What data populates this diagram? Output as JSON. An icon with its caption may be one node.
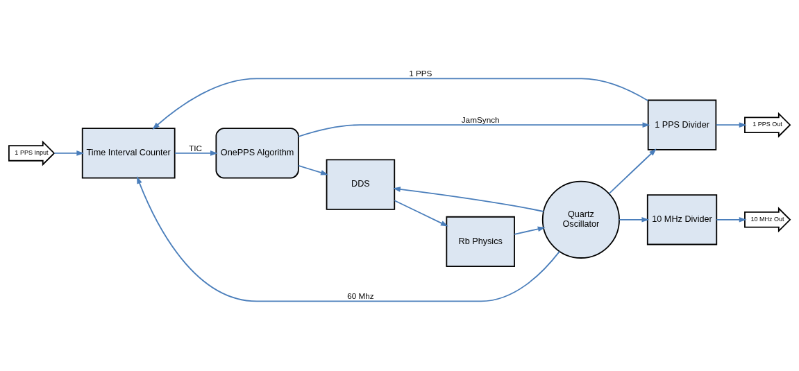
{
  "diagram": {
    "nodes": [
      {
        "text": [
          "1 PPS Input"
        ]
      },
      {
        "text": [
          "Time Interval Counter"
        ]
      },
      {
        "text": [
          "OnePPS Algorithm"
        ]
      },
      {
        "text": [
          "DDS"
        ]
      },
      {
        "text": [
          "Rb Physics"
        ]
      },
      {
        "text": [
          "Quartz Oscillator"
        ]
      },
      {
        "text": [
          "1 PPS Divider"
        ]
      },
      {
        "text": [
          "10 MHz Divider"
        ]
      },
      {
        "text": [
          "1 PPS Out"
        ]
      },
      {
        "text": [
          "10 MHz Out"
        ]
      }
    ],
    "edges": [
      {
        "from": 0,
        "to": 1,
        "arrow": "to"
      },
      {
        "from": 1,
        "to": 2,
        "arrow": "to",
        "label": "TIC"
      },
      {
        "from": 2,
        "to": 3,
        "arrow": "to"
      },
      {
        "from": 3,
        "to": 4,
        "arrow": "to"
      },
      {
        "from": 4,
        "to": 5,
        "arrow": "to"
      },
      {
        "from": 5,
        "to": 6,
        "arrow": "to"
      },
      {
        "from": 5,
        "to": 3,
        "arrow": "to"
      },
      {
        "from": 5,
        "to": 7,
        "arrow": "to"
      },
      {
        "from": 5,
        "to": 1,
        "arrow": "to",
        "label": "60 Mhz"
      },
      {
        "from": 6,
        "to": 1,
        "arrow": "to",
        "label": "1 PPS"
      },
      {
        "from": 2,
        "to": 6,
        "arrow": "to",
        "label": "JamSynch"
      },
      {
        "from": 6,
        "to": 8,
        "arrow": "to"
      },
      {
        "from": 7,
        "to": 9,
        "arrow": "to"
      }
    ]
  }
}
